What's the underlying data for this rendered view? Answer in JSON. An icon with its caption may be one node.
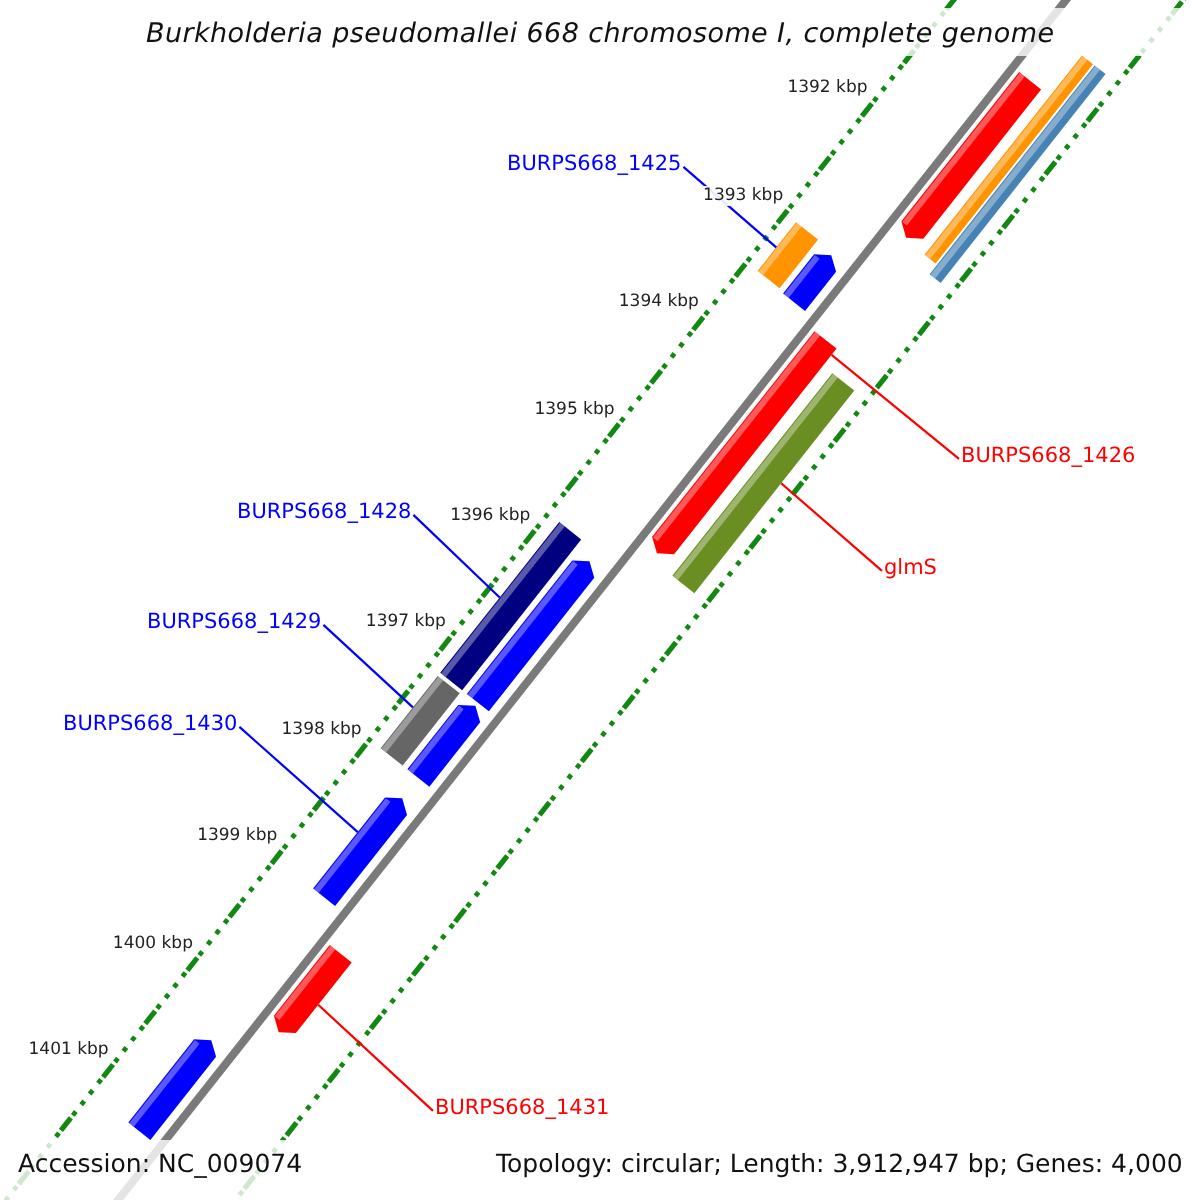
{
  "diagram": {
    "title": "Burkholderia pseudomallei 668 chromosome I, complete genome",
    "nodes": [
      {
        "text": [],
        "shape": "bar"
      },
      {
        "text": [],
        "shape": "bar"
      },
      {
        "text": [],
        "shape": "bar"
      },
      {
        "text": [
          "BURPS668_1425"
        ]
      },
      {
        "text": [],
        "shape": "bar"
      },
      {
        "text": [],
        "shape": "bar"
      },
      {
        "text": [],
        "shape": "bar"
      },
      {
        "text": [
          "BURPS668_1426"
        ]
      },
      {
        "text": [],
        "shape": "bar"
      },
      {
        "text": [
          "glmS"
        ]
      },
      {
        "text": [
          "BURPS668_1428"
        ]
      },
      {
        "text": [],
        "shape": "bar"
      },
      {
        "text": [],
        "shape": "bar"
      },
      {
        "text": [
          "BURPS668_1429"
        ]
      },
      {
        "text": [],
        "shape": "bar"
      },
      {
        "text": [],
        "shape": "bar"
      },
      {
        "text": [
          "BURPS668_1430"
        ]
      },
      {
        "text": [],
        "shape": "bar"
      },
      {
        "text": [],
        "shape": "bar"
      },
      {
        "text": [
          "BURPS668_1431"
        ]
      },
      {
        "text": [],
        "shape": "bar"
      }
    ],
    "edges": [
      {
        "from": 3,
        "to": 4,
        "arrow": "none"
      },
      {
        "from": 7,
        "to": 6,
        "arrow": "none",
        "color": "#ff0000"
      },
      {
        "from": 9,
        "to": 8,
        "arrow": "none",
        "color": "#ff0000"
      },
      {
        "from": 10,
        "to": 11,
        "arrow": "none"
      },
      {
        "from": 13,
        "to": 14,
        "arrow": "none"
      },
      {
        "from": 16,
        "to": 17,
        "arrow": "none"
      },
      {
        "from": 19,
        "to": 18,
        "arrow": "none",
        "color": "#ff0000"
      }
    ],
    "labels": [
      "1392 kbp",
      "1393 kbp",
      "1394 kbp",
      "1395 kbp",
      "1396 kbp",
      "1397 kbp",
      "1398 kbp",
      "1399 kbp",
      "1400 kbp",
      "1401 kbp",
      "Accession: NC_009074",
      "Topology: circular; Length: 3,912,947 bp; Genes: 4,000"
    ]
  }
}
